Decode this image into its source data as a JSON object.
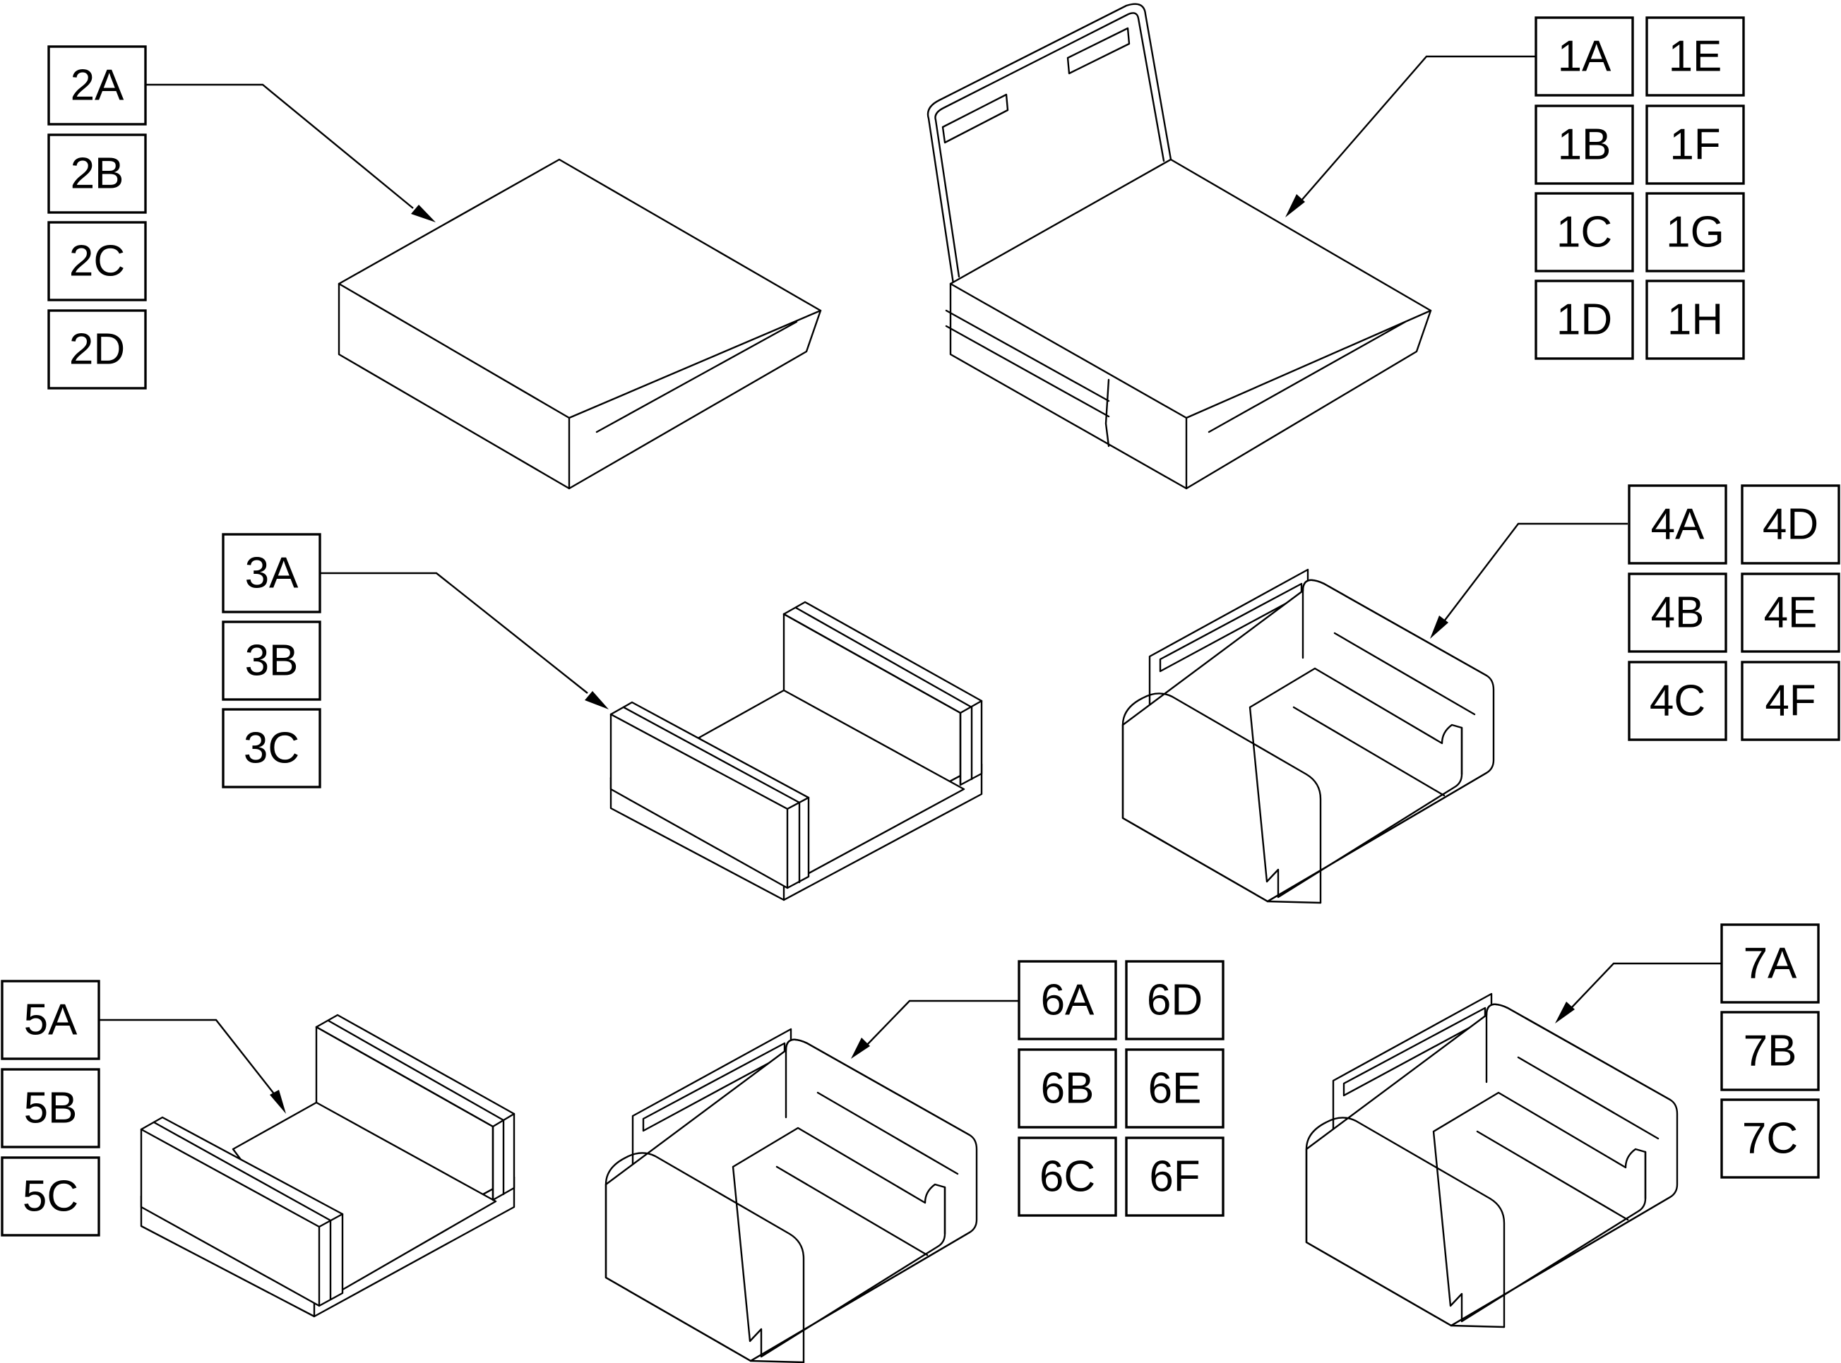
{
  "colors": {
    "line": "#000000",
    "background": "#ffffff"
  },
  "callouts": [
    {
      "id": "group-2",
      "labels": [
        "2A",
        "2B",
        "2C",
        "2D"
      ]
    },
    {
      "id": "group-1",
      "labels": [
        "1A",
        "1E",
        "1B",
        "1F",
        "1C",
        "1G",
        "1D",
        "1H"
      ]
    },
    {
      "id": "group-3",
      "labels": [
        "3A",
        "3B",
        "3C"
      ]
    },
    {
      "id": "group-4",
      "labels": [
        "4A",
        "4D",
        "4B",
        "4E",
        "4C",
        "4F"
      ]
    },
    {
      "id": "group-5",
      "labels": [
        "5A",
        "5B",
        "5C"
      ]
    },
    {
      "id": "group-6",
      "labels": [
        "6A",
        "6D",
        "6B",
        "6E",
        "6C",
        "6F"
      ]
    },
    {
      "id": "group-7",
      "labels": [
        "7A",
        "7B",
        "7C"
      ]
    }
  ]
}
